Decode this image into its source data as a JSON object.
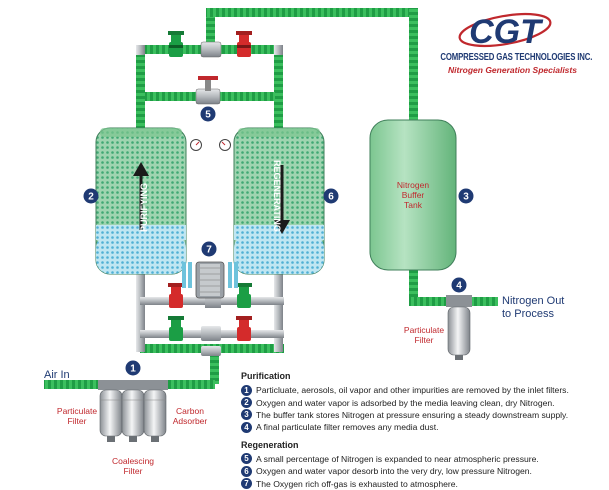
{
  "logo": {
    "text": "CGT",
    "company": "COMPRESSED GAS TECHNOLOGIES INC.",
    "tagline": "Nitrogen Generation Specialists"
  },
  "labels": {
    "air_in": "Air In",
    "particulate_filter_left": [
      "Particulate",
      "Filter"
    ],
    "carbon_adsorber": [
      "Carbon",
      "Adsorber"
    ],
    "coalescing_filter": [
      "Coalescing",
      "Filter"
    ],
    "purifying": "PURIFYING",
    "regenerating": "REGENERATING",
    "buffer_tank": [
      "Nitrogen",
      "Buffer",
      "Tank"
    ],
    "nitrogen_out": [
      "Nitrogen Out",
      "to Process"
    ],
    "particulate_filter_right": [
      "Particulate",
      "Filter"
    ]
  },
  "markers": [
    "1",
    "2",
    "3",
    "4",
    "5",
    "6",
    "7"
  ],
  "legend": {
    "purification_title": "Purification",
    "purification": [
      {
        "num": "1",
        "text": "Particluate, aerosols, oil vapor and other impurities are removed by the inlet filters."
      },
      {
        "num": "2",
        "text": "Oxygen and water vapor is adsorbed by the media leaving clean, dry Nitrogen."
      },
      {
        "num": "3",
        "text": "The buffer tank stores Nitrogen at pressure ensuring a steady downstream supply."
      },
      {
        "num": "4",
        "text": "A final particulate filter removes any media dust."
      }
    ],
    "regeneration_title": "Regeneration",
    "regeneration": [
      {
        "num": "5",
        "text": "A small percentage of Nitrogen is expanded to near atmospheric pressure."
      },
      {
        "num": "6",
        "text": "Oxygen and water vapor desorb into the very dry, low pressure Nitrogen."
      },
      {
        "num": "7",
        "text": "The Oxygen rich off-gas is exhausted to atmosphere."
      }
    ]
  },
  "colors": {
    "navy": "#1f3a73",
    "pipe_green": "#1fa84a",
    "pipe_gray": "#a9adb2",
    "tank_green": "#8fd19e",
    "media_blue": "#6ec3dc",
    "valve_green": "#1b9e45",
    "valve_red": "#d42b2b",
    "label_red": "#c0282d"
  }
}
